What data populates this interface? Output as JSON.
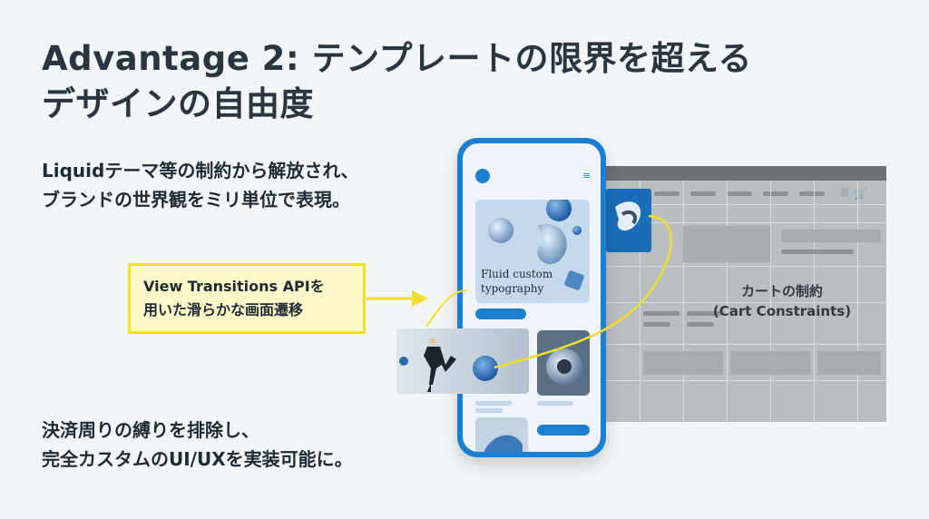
{
  "slide": {
    "title_line1": "Advantage 2: テンプレートの限界を超える",
    "title_line2": "デザインの自由度",
    "lead_line1": "Liquidテーマ等の制約から解放され、",
    "lead_line2": "ブランドの世界観をミリ単位で表現。",
    "callout_line1": "View Transitions APIを",
    "callout_line2": "用いた滑らかな画面遷移",
    "footer_line1": "決済周りの縛りを排除し、",
    "footer_line2": "完全カスタムのUI/UXを実装可能に。"
  },
  "phone": {
    "hero_text": "Fluid custom typography",
    "menu_icon": "≡"
  },
  "cart": {
    "label_line1": "カートの制約",
    "label_line2": "(Cart Constraints)",
    "cart_icon": "🛒"
  },
  "colors": {
    "accent_blue": "#1c7fd1",
    "highlight_yellow": "#f2dc2c",
    "callout_fill": "#fff9c9",
    "cart_gray": "#b9bec3",
    "text_dark": "#1f2a33"
  }
}
